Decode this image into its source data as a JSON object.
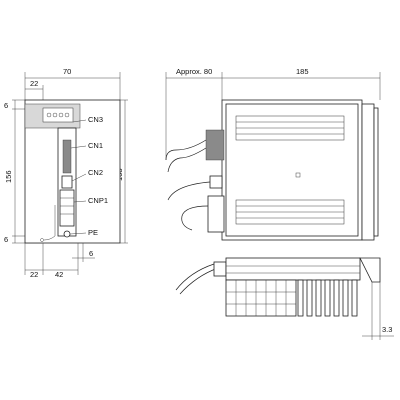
{
  "front_view": {
    "dims": {
      "width_total": "70",
      "top_left": "22",
      "top_gap": "6",
      "height_inner": "156",
      "height_total": "168",
      "bottom_gap": "6",
      "bottom_left": "22",
      "bottom_mid": "42",
      "bottom_right": "6"
    },
    "labels": {
      "cn3": "CN3",
      "cn1": "CN1",
      "cn2": "CN2",
      "cnp1": "CNP1",
      "pe": "PE"
    }
  },
  "side_view": {
    "dims": {
      "approx_depth": "Approx. 80",
      "depth": "185",
      "fin_offset": "3.3"
    }
  }
}
